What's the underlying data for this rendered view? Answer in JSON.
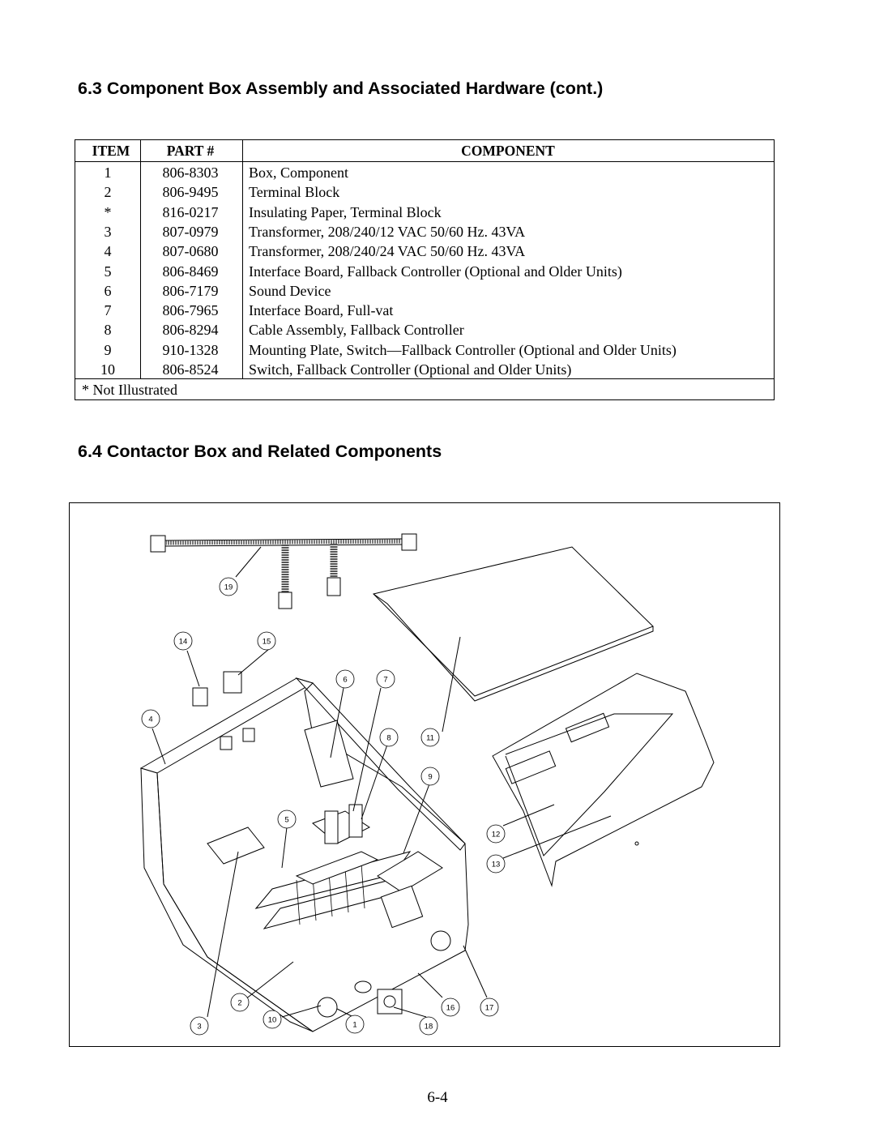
{
  "section_63": {
    "heading": "6.3 Component Box Assembly and Associated Hardware (cont.)"
  },
  "parts_table": {
    "headers": {
      "item": "ITEM",
      "part": "PART #",
      "component": "COMPONENT"
    },
    "rows": [
      {
        "item": "1",
        "part": "806-8303",
        "component": "Box, Component"
      },
      {
        "item": "2",
        "part": "806-9495",
        "component": "Terminal Block"
      },
      {
        "item": "*",
        "part": "816-0217",
        "component": "Insulating Paper, Terminal Block"
      },
      {
        "item": "3",
        "part": "807-0979",
        "component": "Transformer, 208/240/12 VAC 50/60 Hz. 43VA"
      },
      {
        "item": "4",
        "part": "807-0680",
        "component": "Transformer, 208/240/24 VAC 50/60 Hz. 43VA"
      },
      {
        "item": "5",
        "part": "806-8469",
        "component": "Interface Board, Fallback Controller (Optional and Older Units)"
      },
      {
        "item": "6",
        "part": "806-7179",
        "component": "Sound Device"
      },
      {
        "item": "7",
        "part": "806-7965",
        "component": "Interface Board, Full-vat"
      },
      {
        "item": "8",
        "part": "806-8294",
        "component": "Cable Assembly, Fallback Controller"
      },
      {
        "item": "9",
        "part": "910-1328",
        "component": "Mounting Plate, Switch—Fallback Controller (Optional and Older Units)"
      },
      {
        "item": "10",
        "part": "806-8524",
        "component": "Switch, Fallback Controller (Optional and Older Units)"
      }
    ],
    "footnote": "* Not Illustrated"
  },
  "section_64": {
    "heading": "6.4 Contactor Box and Related Components"
  },
  "figure": {
    "callouts": [
      "19",
      "14",
      "15",
      "6",
      "7",
      "4",
      "8",
      "11",
      "9",
      "5",
      "12",
      "13",
      "2",
      "16",
      "17",
      "3",
      "10",
      "1",
      "18"
    ]
  },
  "page_number": "6-4"
}
